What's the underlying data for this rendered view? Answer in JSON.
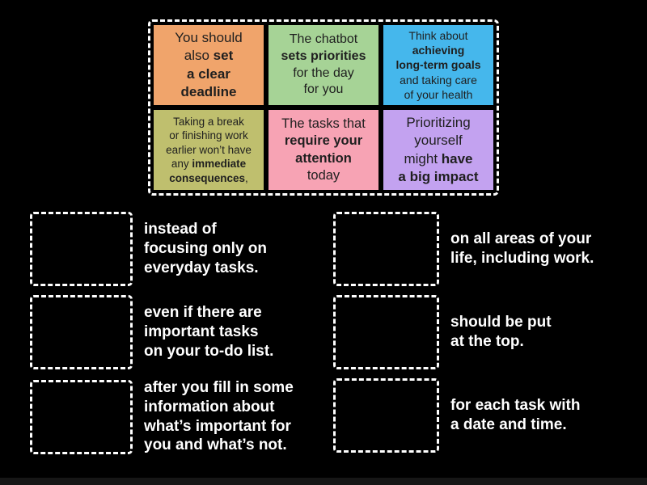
{
  "colors": {
    "background": "#000000",
    "panel_border": "#ffffff",
    "slot_border": "#ffffff",
    "card_text": "#1f1f1f",
    "answer_text": "#ffffff",
    "footer_bar": "#161616"
  },
  "card_panel": {
    "cards": [
      {
        "name": "card-set-a-clear-deadline",
        "color": "#f0a46b",
        "lines": [
          [
            {
              "t": "You should",
              "b": false
            }
          ],
          [
            {
              "t": "also ",
              "b": false
            },
            {
              "t": "set",
              "b": true
            }
          ],
          [
            {
              "t": "a clear",
              "b": true
            }
          ],
          [
            {
              "t": "deadline",
              "b": true
            }
          ]
        ]
      },
      {
        "name": "card-chatbot-sets-priorities",
        "color": "#a6d396",
        "lines": [
          [
            {
              "t": "The chatbot",
              "b": false
            }
          ],
          [
            {
              "t": "sets priorities",
              "b": true
            }
          ],
          [
            {
              "t": "for the day",
              "b": false
            }
          ],
          [
            {
              "t": "for you",
              "b": false
            }
          ]
        ]
      },
      {
        "name": "card-achieving-long-term-goals",
        "color": "#45b7ec",
        "lines": [
          [
            {
              "t": "Think about",
              "b": false
            }
          ],
          [
            {
              "t": "achieving",
              "b": true
            }
          ],
          [
            {
              "t": "long-term goals",
              "b": true
            }
          ],
          [
            {
              "t": "and taking care",
              "b": false
            }
          ],
          [
            {
              "t": "of your health",
              "b": false
            }
          ]
        ]
      },
      {
        "name": "card-no-immediate-consequences",
        "color": "#bfbf6e",
        "lines": [
          [
            {
              "t": "Taking a break",
              "b": false
            }
          ],
          [
            {
              "t": "or finishing work",
              "b": false
            }
          ],
          [
            {
              "t": "earlier won’t have",
              "b": false
            }
          ],
          [
            {
              "t": "any ",
              "b": false
            },
            {
              "t": "immediate",
              "b": true
            }
          ],
          [
            {
              "t": "consequences",
              "b": true
            },
            {
              "t": ",",
              "b": false
            }
          ]
        ]
      },
      {
        "name": "card-tasks-require-attention",
        "color": "#f7a3b4",
        "lines": [
          [
            {
              "t": "The tasks that",
              "b": false
            }
          ],
          [
            {
              "t": "require your",
              "b": true
            }
          ],
          [
            {
              "t": "attention",
              "b": true
            }
          ],
          [
            {
              "t": "today",
              "b": false
            }
          ]
        ]
      },
      {
        "name": "card-prioritizing-big-impact",
        "color": "#c3a2f0",
        "lines": [
          [
            {
              "t": "Prioritizing",
              "b": false
            }
          ],
          [
            {
              "t": "yourself",
              "b": false
            }
          ],
          [
            {
              "t": "might ",
              "b": false
            },
            {
              "t": "have",
              "b": true
            }
          ],
          [
            {
              "t": "a big impact",
              "b": true
            }
          ]
        ]
      }
    ]
  },
  "answers": {
    "left": [
      {
        "lines": [
          "instead of",
          "focusing only on",
          "everyday tasks."
        ]
      },
      {
        "lines": [
          "even if there are",
          "important tasks",
          "on your to-do list."
        ]
      },
      {
        "lines": [
          "after you fill in some",
          "information about",
          "what’s important for",
          "you and what’s not."
        ]
      }
    ],
    "right": [
      {
        "lines": [
          "on all areas of your",
          "life, including work."
        ]
      },
      {
        "lines": [
          "should be put",
          "at the top."
        ]
      },
      {
        "lines": [
          "for each task with",
          "a date and time."
        ]
      }
    ]
  }
}
